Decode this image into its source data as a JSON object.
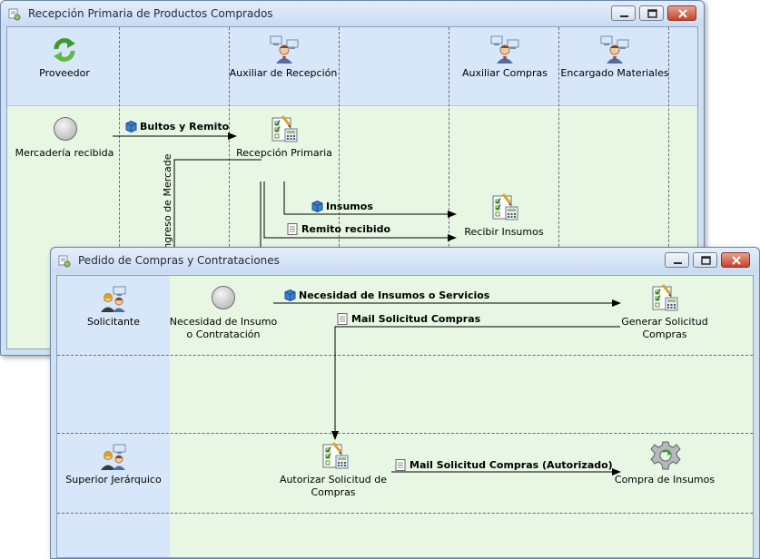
{
  "window1": {
    "title": "Recepción Primaria de Productos Comprados",
    "roles": {
      "proveedor": "Proveedor",
      "auxiliar_recepcion": "Auxiliar de Recepción",
      "auxiliar_compras": "Auxiliar Compras",
      "encargado_materiales": "Encargado Materiales"
    },
    "nodes": {
      "mercaderia": "Mercadería recibida",
      "recepcion_primaria": "Recepción Primaria",
      "recibir_insumos": "Recibir Insumos"
    },
    "flows": {
      "bultos_remito": "Bultos y Remito",
      "ingreso_mercaderia": "Ingreso de Mercade",
      "insumos": "Insumos",
      "remito_recibido": "Remito recibido"
    }
  },
  "window2": {
    "title": "Pedido de Compras y Contrataciones",
    "roles": {
      "solicitante": "Solicitante",
      "superior": "Superior Jerárquico"
    },
    "nodes": {
      "necesidad_line1": "Necesidad de Insumo",
      "necesidad_line2": "o Contratación",
      "generar_line1": "Generar Solicitud",
      "generar_line2": "Compras",
      "autorizar_line1": "Autorizar Solicitud de",
      "autorizar_line2": "Compras",
      "compra_insumos": "Compra de Insumos"
    },
    "flows": {
      "necesidad_servicios": "Necesidad de Insumos o Servicios",
      "mail_solicitud": "Mail Solicitud Compras",
      "mail_autorizado": "Mail Solicitud Compras (Autorizado)"
    }
  },
  "colors": {
    "lane_header": "#d7e6f8",
    "lane_body": "#e7f7e4",
    "arrow": "#000000",
    "window_frame": "#cfe0f3",
    "close_button": "#c3452c"
  }
}
